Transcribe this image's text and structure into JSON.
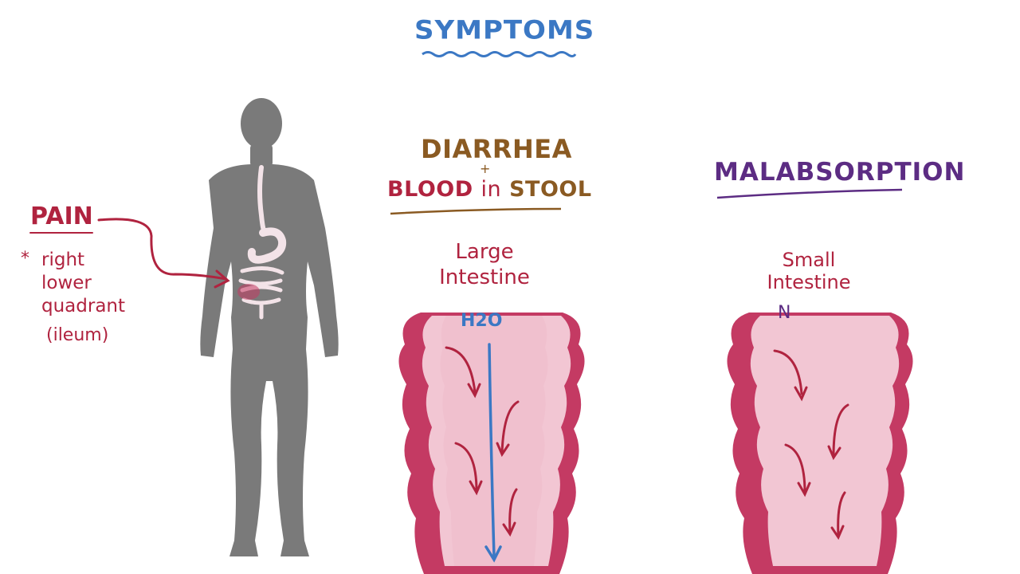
{
  "title": "SYMPTOMS",
  "pain": {
    "heading": "PAIN",
    "star": "*",
    "lines": [
      "right",
      "lower",
      "quadrant"
    ],
    "note": "(ileum)"
  },
  "diarrhea": {
    "heading": "DIARRHEA",
    "plus": "+",
    "blood": "BLOOD",
    "in": "in",
    "stool": "STOOL",
    "organ_line1": "Large",
    "organ_line2": "Intestine",
    "water": "H2O"
  },
  "malabsorption": {
    "heading": "MALABSORPTION",
    "organ_line1": "Small",
    "organ_line2": "Intestine",
    "nutrient": "N"
  },
  "colors": {
    "title_blue": "#3b78c4",
    "crimson": "#b0233f",
    "brown": "#8a5a22",
    "purple": "#5c2c83",
    "body_gray": "#7a7a7a",
    "intestine_wall": "#c43a63",
    "intestine_lumen": "#f2c6d3"
  }
}
